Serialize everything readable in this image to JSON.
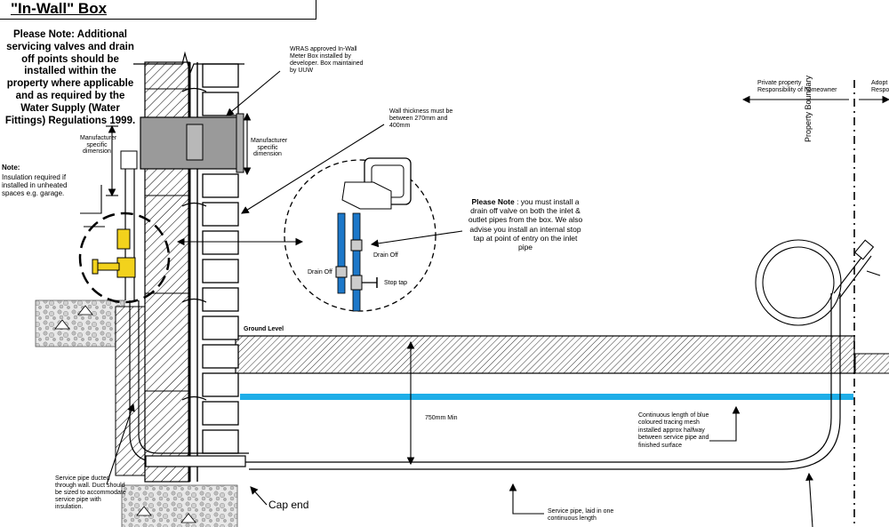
{
  "title": "\"In-Wall\" Box",
  "note_main": "Please Note: Additional servicing valves and drain off points should be installed within the property where applicable and as required by the Water Supply (Water Fittings) Regulations 1999.",
  "note_insulation": {
    "heading": "Note:",
    "body": "Insulation required if installed in unheated spaces e.g. garage."
  },
  "manufacturer_dimension": "Manufacturer specific dimension",
  "wras_note": "WRAS approved In-Wall Meter Box installed by developer. Box maintained by UUW",
  "wall_thickness": "Wall thickness must be between 270mm and 400mm",
  "please_note_drain": {
    "heading": "Please Note",
    "body": " : you must install a drain off valve on both the inlet & outlet pipes from the box. We also advise you install an internal stop tap at point of entry on the inlet pipe"
  },
  "detail_labels": {
    "drain_off_right": "Drain Off",
    "drain_off_left": "Drain Off",
    "stop_tap": "Stop tap"
  },
  "private_property": "Private property Responsibility of homeowner",
  "adopted": "Adopt Respo",
  "property_boundary": "Property Boundary",
  "ground_level": "Ground Level",
  "depth": "750mm Min",
  "mesh_note": "Continuous length of blue coloured tracing mesh installed approx halfway between service pipe and finished surface",
  "service_pipe_ducted": "Service pipe ducted through wall. Duct should be sized to accommodate service pipe with insulation.",
  "cap_end": "Cap end",
  "service_pipe_laid": "Service pipe, laid in one continuous length",
  "colors": {
    "mesh_blue": "#1eaee8",
    "valve_yellow": "#f2d21c",
    "box_grey": "#9a9a9a",
    "pipe_blue": "#1d78c9"
  }
}
